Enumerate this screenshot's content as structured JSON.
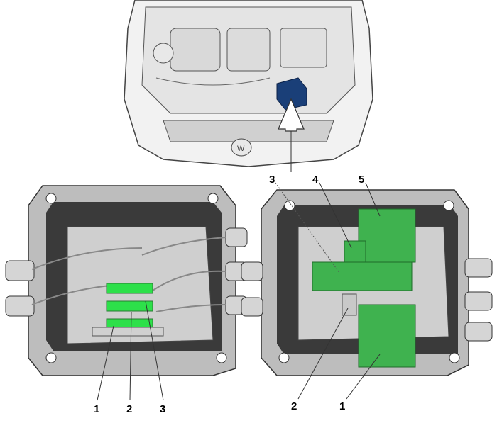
{
  "colors": {
    "module_blue": "#1a3f78",
    "terminal_green": "#3fb24f",
    "fuse_green": "#2de04a",
    "housing_gray": "#b9b9b9",
    "housing_dark": "#3a3a3a"
  },
  "left_box": {
    "labels": [
      "1",
      "2",
      "3"
    ]
  },
  "right_box": {
    "top_labels": [
      "3",
      "4",
      "5"
    ],
    "bottom_labels": [
      "2",
      "1"
    ]
  }
}
